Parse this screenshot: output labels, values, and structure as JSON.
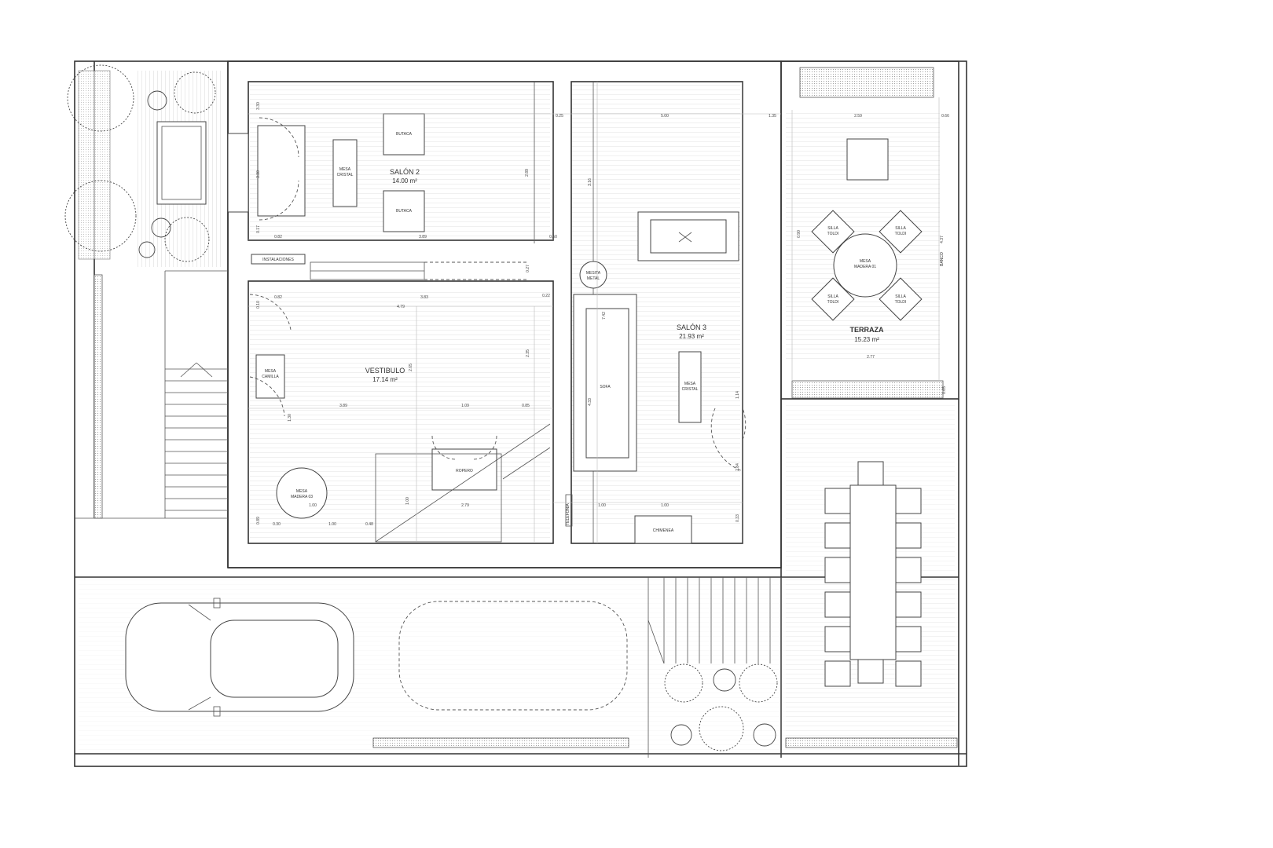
{
  "plan": {
    "rooms": {
      "salon2": {
        "name": "SALÓN 2",
        "area": "14.00 m²"
      },
      "salon3": {
        "name": "SALÓN 3",
        "area": "21.93 m²"
      },
      "vestibulo": {
        "name": "VESTIBULO",
        "area": "17.14 m²"
      },
      "terraza": {
        "name": "TERRAZA",
        "area": "15.23 m²"
      }
    },
    "furniture": {
      "butaca": "BUTACA",
      "mesa_cristal_a": "MESA",
      "mesa_cristal_b": "CRISTAL",
      "instalaciones": "INSTALACIONES",
      "mesa_metal_a": "MESITA",
      "mesa_metal_b": "METAL",
      "sofa": "SOFA",
      "mesa_camilla_a": "MESA",
      "mesa_camilla_b": "CAMILLA",
      "mesa_madera_a": "MESA",
      "mesa_madera_b": "MADERA 03",
      "ropero": "ROPERO",
      "chimenea": "CHIMENEA",
      "telefonia": "TELEFONIA",
      "silla": "SILLA",
      "silla_b": "TOLDI",
      "mesa_madera01_a": "MESA",
      "mesa_madera01_b": "MADERA 01",
      "banco": "BANCO"
    },
    "dimensions": {
      "d_025": "0.25",
      "d_500": "5.00",
      "d_135": "1.35",
      "d_259": "2.59",
      "d_066": "0.66",
      "d_330": "3.30",
      "d_330b": "3.30",
      "d_017": "0.17",
      "d_082a": "0.82",
      "d_389a": "3.89",
      "d_050": "0.50",
      "d_027": "0.27",
      "d_022": "0.22",
      "d_082b": "0.82",
      "d_479": "4.79",
      "d_383": "3.83",
      "d_289": "2.89",
      "d_316": "3.16",
      "d_742": "7.42",
      "d_265": "2.65",
      "d_235": "2.35",
      "d_389b": "3.89",
      "d_109": "1.09",
      "d_085": "0.85",
      "d_433": "4.33",
      "d_114": "1.14",
      "d_284": "2.84",
      "d_130": "1.30",
      "d_100a": "1.00",
      "d_100b": "1.00",
      "d_048": "0.48",
      "d_279": "2.79",
      "d_100c": "1.00",
      "d_100d": "1.00",
      "d_033": "0.33",
      "d_277": "2.77",
      "d_437": "4.37",
      "d_065": "0.65",
      "d_090": "0.90",
      "d_100e": "1.00",
      "d_010": "0.10",
      "d_089": "0.89",
      "d_030": "0.30"
    }
  }
}
